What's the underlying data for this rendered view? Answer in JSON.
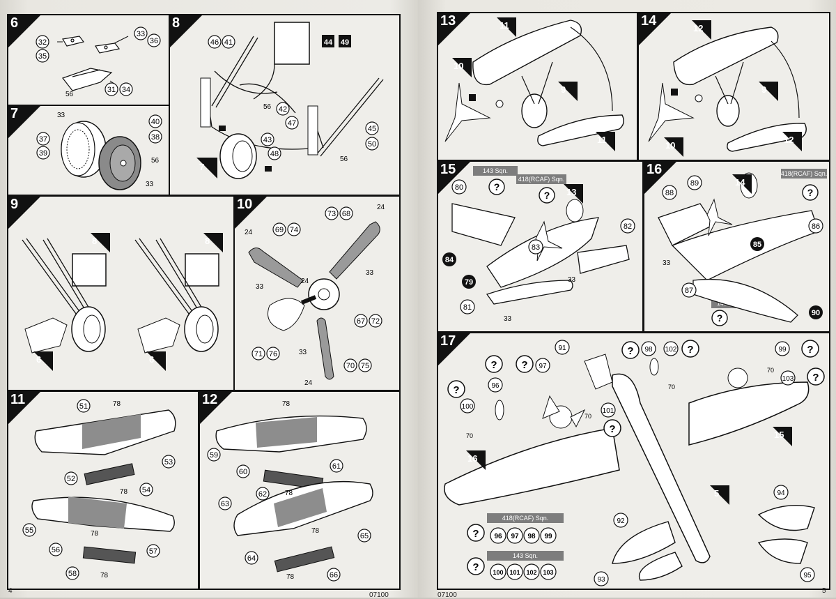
{
  "page_numbers": {
    "left": "4",
    "right": "5"
  },
  "footer_code": {
    "left": "07100",
    "right": "07100"
  },
  "steps": {
    "s6": {
      "label": "6",
      "parts": {
        "a": "32",
        "b": "35",
        "c": "33",
        "d": "36",
        "e": "31",
        "f": "34",
        "g": "56"
      }
    },
    "s7": {
      "label": "7",
      "parts": {
        "a": "33",
        "b": "37",
        "c": "39",
        "d": "40",
        "e": "38",
        "f": "56",
        "g": "33"
      }
    },
    "s8": {
      "label": "8",
      "parts": {
        "a": "46",
        "b": "41",
        "c": "44",
        "d": "49",
        "e": "56",
        "f": "42",
        "g": "47",
        "h": "43",
        "i": "48",
        "j": "45",
        "k": "50",
        "l": "56"
      },
      "ref": "7"
    },
    "s9": {
      "label": "9",
      "refs": {
        "a": "8",
        "b": "8",
        "c": "6",
        "d": "6"
      }
    },
    "s10": {
      "label": "10",
      "parts": {
        "a": "73",
        "b": "68",
        "c": "24",
        "d": "69",
        "e": "74",
        "f": "24",
        "g": "33",
        "h": "24",
        "i": "33",
        "j": "67",
        "k": "72",
        "l": "71",
        "m": "76",
        "n": "33",
        "o": "70",
        "p": "75",
        "q": "24"
      }
    },
    "s11": {
      "label": "11",
      "parts": {
        "a": "51",
        "b": "78",
        "c": "53",
        "d": "52",
        "e": "54",
        "f": "78",
        "g": "55",
        "h": "78",
        "i": "56",
        "j": "57",
        "k": "58",
        "l": "78"
      }
    },
    "s12": {
      "label": "12",
      "parts": {
        "a": "78",
        "b": "59",
        "c": "60",
        "d": "61",
        "e": "62",
        "f": "78",
        "g": "63",
        "h": "78",
        "i": "65",
        "j": "64",
        "k": "66",
        "l": "78"
      }
    },
    "s13": {
      "label": "13",
      "refs": {
        "a": "11",
        "b": "10",
        "c": "9",
        "d": "11"
      }
    },
    "s14": {
      "label": "14",
      "refs": {
        "a": "12",
        "b": "9",
        "c": "10",
        "d": "12"
      }
    },
    "s15": {
      "label": "15",
      "refs": {
        "a": "13"
      },
      "parts": {
        "a": "80",
        "b": "84",
        "c": "79",
        "d": "83",
        "e": "82",
        "f": "81",
        "g": "33",
        "h": "33"
      },
      "tags": {
        "a": "143 Sqn.",
        "b": "418(RCAF) Sqn."
      }
    },
    "s16": {
      "label": "16",
      "refs": {
        "a": "14"
      },
      "parts": {
        "a": "88",
        "b": "89",
        "c": "86",
        "d": "85",
        "e": "33",
        "f": "87",
        "g": "90"
      },
      "tags": {
        "a": "418(RCAF) Sqn.",
        "b": "143 Sqn."
      }
    },
    "s17": {
      "label": "17",
      "refs": {
        "a": "16",
        "b": "15",
        "c": "5"
      },
      "parts": {
        "a": "91",
        "b": "98",
        "c": "102",
        "d": "99",
        "e": "97",
        "f": "96",
        "g": "100",
        "h": "101",
        "i": "103",
        "j": "70",
        "k": "70",
        "l": "70",
        "m": "70",
        "n": "92",
        "o": "93",
        "p": "94",
        "q": "95"
      },
      "tables": [
        {
          "title": "418(RCAF) Sqn.",
          "cells": [
            "96",
            "97",
            "98",
            "99"
          ]
        },
        {
          "title": "143 Sqn.",
          "cells": [
            "100",
            "101",
            "102",
            "103"
          ]
        }
      ]
    }
  },
  "query_symbol": "?",
  "colors": {
    "ink": "#111111",
    "panel": "#efeeea",
    "shade": "#8a8a8a",
    "tag": "#7d7d7d"
  }
}
